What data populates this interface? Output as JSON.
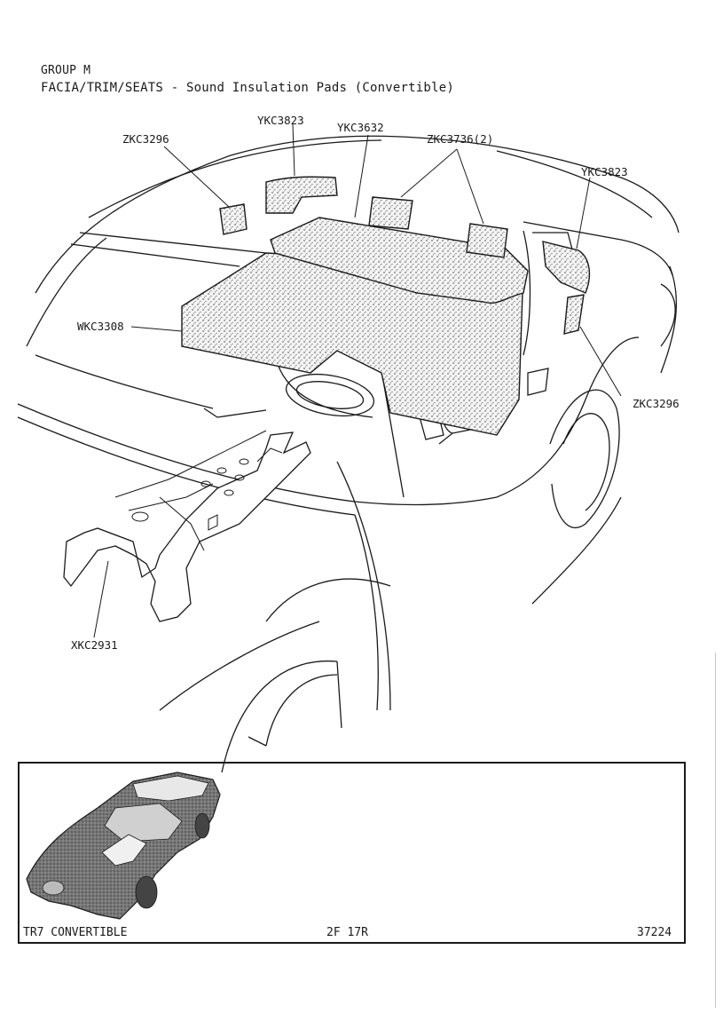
{
  "header": {
    "group": "GROUP M",
    "title": "FACIA/TRIM/SEATS - Sound Insulation Pads (Convertible)"
  },
  "callouts": {
    "zkc3296_left": "ZKC3296",
    "ykc3823_top": "YKC3823",
    "ykc3632": "YKC3632",
    "zkc3736": "ZKC3736(2)",
    "ykc3823_right": "YKC3823",
    "wkc3308": "WKC3308",
    "zkc3296_right": "ZKC3296",
    "xkc2931": "XKC2931"
  },
  "footer": {
    "model": "TR7 CONVERTIBLE",
    "page_ref": "2F 17R",
    "drawing_number": "37224"
  }
}
